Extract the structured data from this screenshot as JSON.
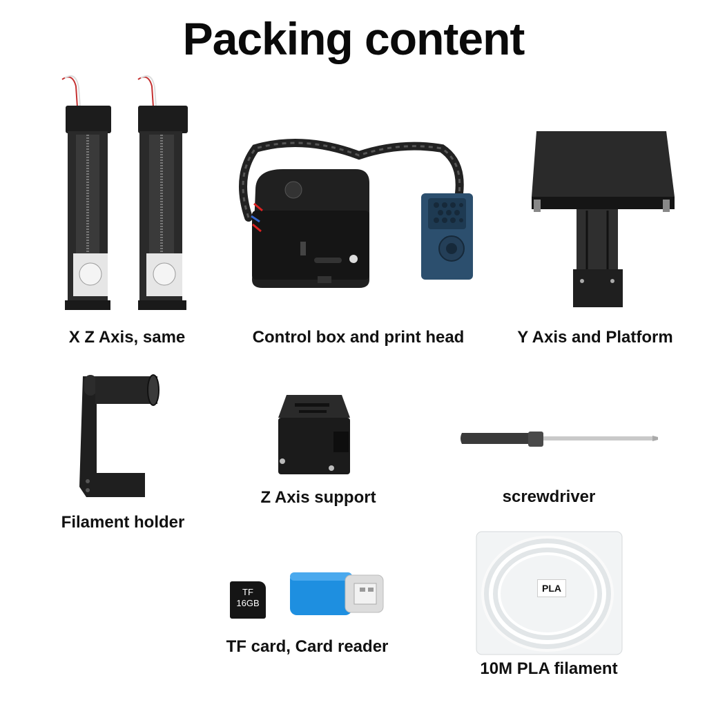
{
  "title": "Packing content",
  "items": [
    {
      "label": "X Z Axis, same"
    },
    {
      "label": "Control box and print head"
    },
    {
      "label": "Y Axis and Platform"
    },
    {
      "label": "Filament holder"
    },
    {
      "label": "Z Axis support"
    },
    {
      "label": "screwdriver"
    },
    {
      "label": "TF card, Card reader"
    },
    {
      "label": "10M PLA filament"
    }
  ],
  "tf_card": {
    "line1": "TF",
    "line2": "16GB"
  },
  "filament_tag": "PLA",
  "colors": {
    "print_head_blue": "#2c4f6e",
    "reader_blue": "#1e8fe0",
    "part_black": "#1c1c1c"
  }
}
